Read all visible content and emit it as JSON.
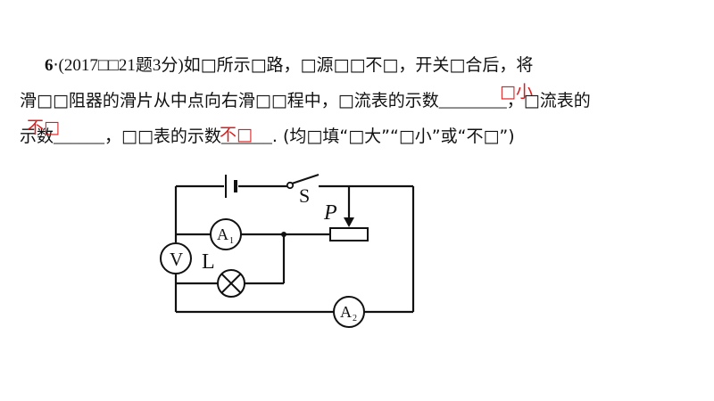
{
  "question": {
    "number": "6",
    "dot": "·",
    "source": "(2017□□21题3分)",
    "line1_text": "如□所示□路，□源□□不□，开关□合后，将",
    "line2_text": "滑□□阻器的滑片从中点向右滑□□程中，□流表的示数",
    "blank_a": "________",
    "line2_after": "，□流表的",
    "line3_text": "示数",
    "blank_b": "______",
    "line3_mid": "，□□表的示数",
    "blank_c": "______",
    "line3_end": ".  (均□填“□大”“□小”或“不□”)"
  },
  "answers": {
    "first": "□小",
    "second": "不□",
    "third": "不□"
  },
  "circuit": {
    "label_switch": "S",
    "label_slider": "P",
    "label_voltmeter": "V",
    "label_lamp": "L",
    "label_ammeter1": "A",
    "label_ammeter1_sub": "1",
    "label_ammeter2": "A",
    "label_ammeter2_sub": "2"
  }
}
